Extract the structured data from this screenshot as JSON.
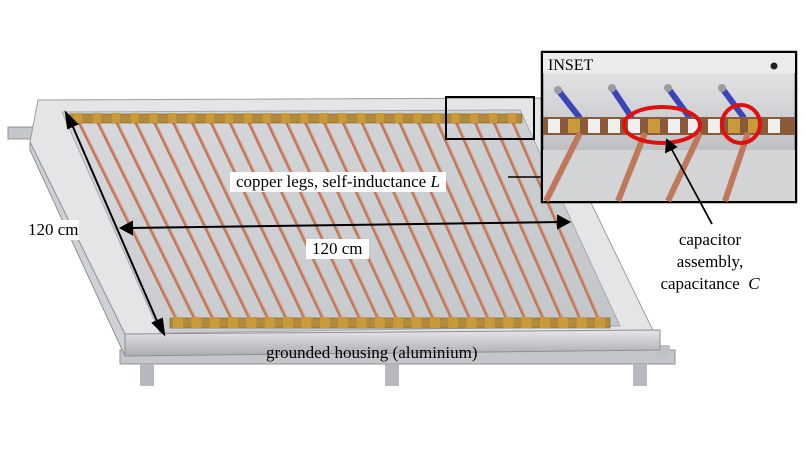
{
  "labels": {
    "copper_legs": "copper legs, self-inductance",
    "inductance_symbol": "L",
    "width_left": "120 cm",
    "width_middle": "120 cm",
    "housing": "grounded housing (aluminium)",
    "inset_title": "INSET",
    "capacitor_line1": "capacitor",
    "capacitor_line2": "assembly,",
    "capacitor_line3": "capacitance",
    "capacitance_symbol": "C"
  },
  "colors": {
    "copper": "#c0785a",
    "housing": "#d3d5d8",
    "inner_floor": "#c9cbce",
    "capacitor_gold": "#c89a3a",
    "highlight_red": "#e01010",
    "dimension_line": "#000000"
  },
  "diagram": {
    "leg_count": 24
  }
}
